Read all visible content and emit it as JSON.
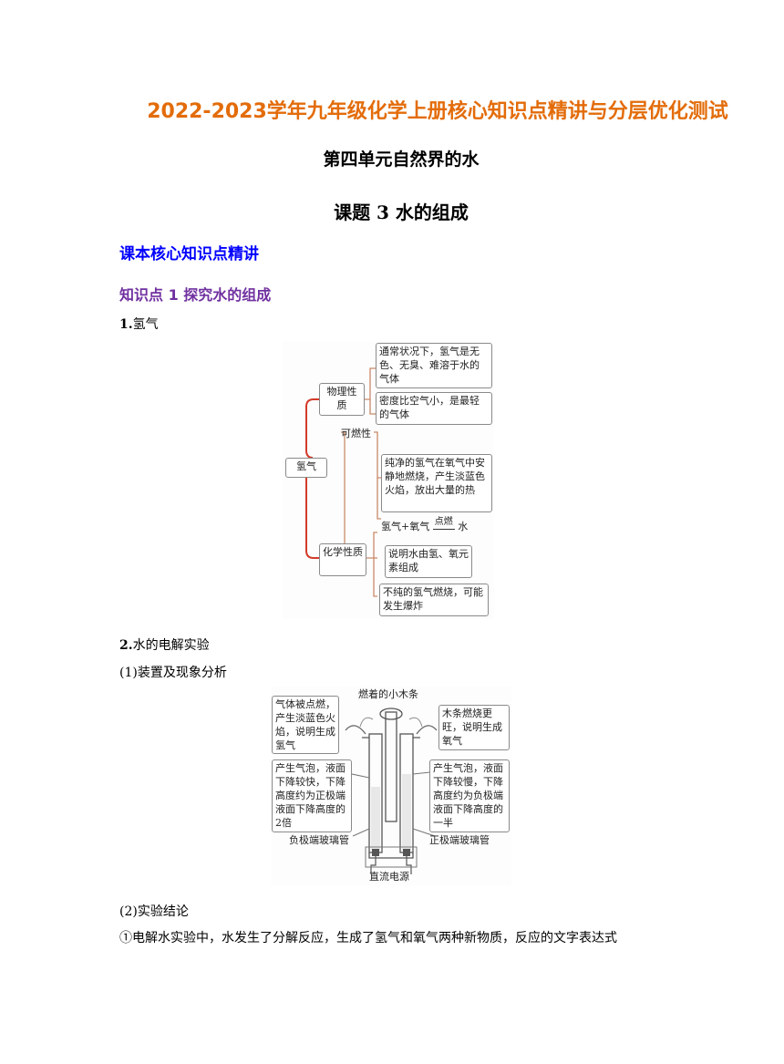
{
  "header": {
    "title": "2022-2023学年九年级化学上册核心知识点精讲与分层优化测试",
    "unit": "第四单元自然界的水",
    "lesson": "课题 3  水的组成"
  },
  "section": {
    "heading": "课本核心知识点精讲",
    "knowledge_point": "知识点 1  探究水的组成"
  },
  "item1": {
    "num": "1.",
    "text": "氢气"
  },
  "mindmap": {
    "root": "氢气",
    "physical": "物理性质",
    "chemical": "化学性质",
    "flammable": "可燃性",
    "phys_note1": "通常状况下，氢气是无色、无臭、难溶于水的气体",
    "phys_note2": "密度比空气小，是最轻的气体",
    "burn_note": "纯净的氢气在氧气中安静地燃烧，产生淡蓝色火焰，放出大量的热",
    "equation_left": "氢气+氧气",
    "equation_cond": "点燃",
    "equation_right": "水",
    "composition_note": "说明水由氢、氧元素组成",
    "explode_note": "不纯的氢气燃烧，可能发生爆炸"
  },
  "item2": {
    "num": "2.",
    "text": "水的电解实验"
  },
  "sub1": "(1)装置及现象分析",
  "electrolysis": {
    "top_label": "燃着的小木条",
    "left_top": "气体被点燃，产生淡蓝色火焰，说明生成氢气",
    "right_top": "木条燃烧更旺，说明生成氧气",
    "left_mid": "产生气泡，液面下降较快，下降高度约为正极端液面下降高度的2倍",
    "right_mid": "产生气泡，液面下降较慢，下降高度约为负极端液面下降高度的一半",
    "left_bottom": "负极端玻璃管",
    "right_bottom": "正极端玻璃管",
    "power": "直流电源"
  },
  "sub2": "(2)实验结论",
  "conclusion1": "①电解水实验中，水发生了分解反应，生成了氢气和氧气两种新物质，反应的文字表达式"
}
